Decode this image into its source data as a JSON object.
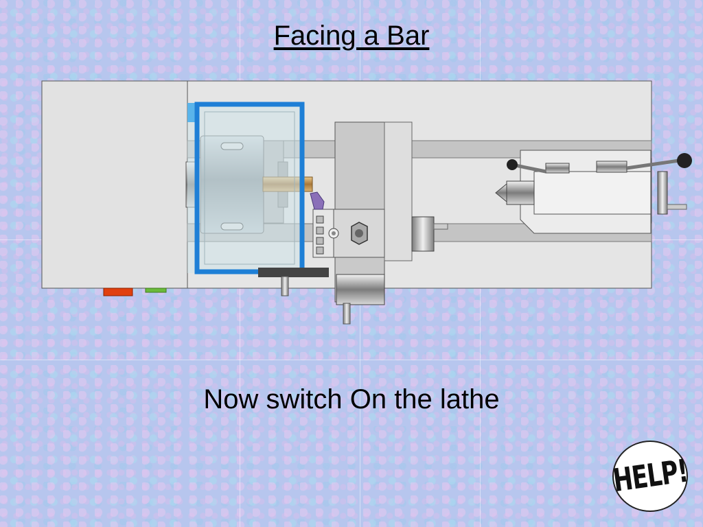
{
  "slide": {
    "title": "Facing a Bar",
    "instruction": "Now switch On the lathe"
  },
  "help_button": {
    "label": "HELP!"
  },
  "colors": {
    "bed": "#e5e5e5",
    "guard_frame": "#1e7fd6",
    "guard_glass": "#cfe3ea",
    "stop_button": "#e0400f",
    "start_button": "#6aba3a",
    "workpiece": "#c79a50",
    "tool_tip": "#8a6fb8"
  }
}
